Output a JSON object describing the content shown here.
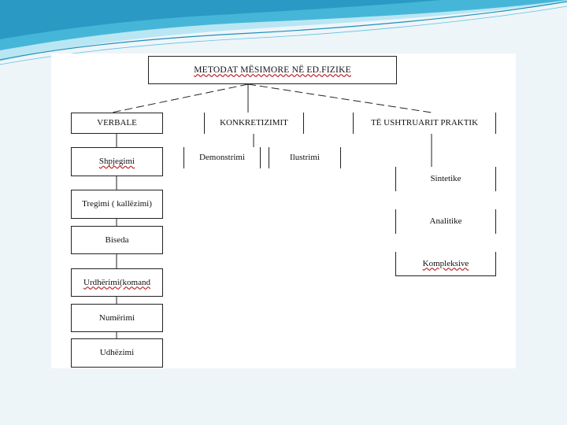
{
  "diagram": {
    "title": "METODAT MËSIMORE NË ED.FIZIKE",
    "categories": {
      "verbale": "VERBALE",
      "konkretizimit": "KONKRETIZIMIT",
      "ushtruarit": "TË USHTRUARIT PRAKTIK"
    },
    "verbale_items": [
      "Shpjegimi",
      "Tregimi ( kallëzimi)",
      "Biseda",
      "Urdhërimi(komand",
      "Numërimi",
      "Udhëzimi"
    ],
    "konkretizimit_items": [
      "Demonstrimi",
      "Ilustrimi"
    ],
    "ushtruarit_items": [
      "Sintetike",
      "Analitike",
      "Kompleksive"
    ]
  },
  "colors": {
    "background": "#eef5f9",
    "wave_dark": "#2aa4cc",
    "wave_light": "#8fd3ea",
    "line": "#222222"
  }
}
